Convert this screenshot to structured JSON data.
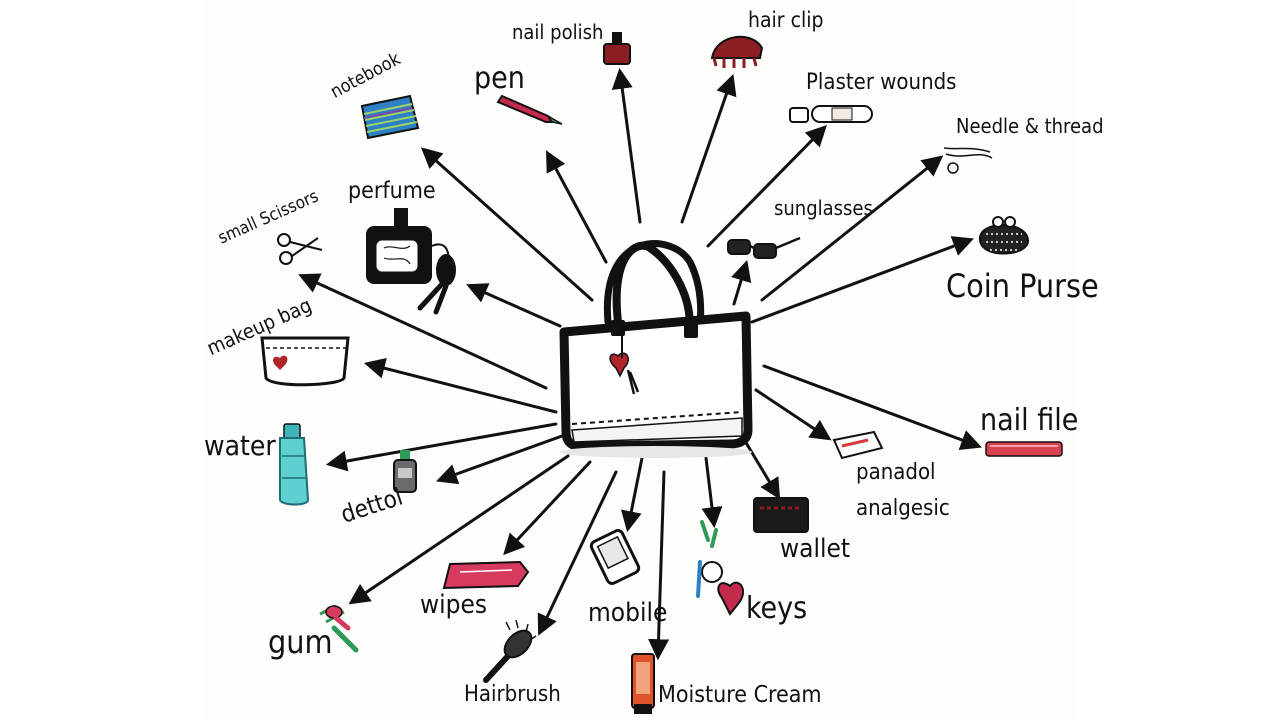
{
  "diagram": {
    "hub": "handbag",
    "colors": {
      "ink": "#111111",
      "red": "#b0242c",
      "pink": "#d63a5c",
      "teal": "#3fb4b8",
      "green": "#2e9a57",
      "orange": "#e0522a"
    },
    "labels": {
      "nail_polish": "nail polish",
      "hair_clip": "hair clip",
      "plaster_wounds": "Plaster wounds",
      "pen": "pen",
      "notebook": "notebook",
      "needle_thread": "Needle & thread",
      "perfume": "perfume",
      "sunglasses": "sunglasses",
      "small_scissors": "small Scissors",
      "coin_purse": "Coin Purse",
      "makeup_bag": "makeup bag",
      "nail_file": "nail file",
      "water": "water",
      "panadol": "panadol",
      "analgesic": "analgesic",
      "dettol": "dettol",
      "wallet": "wallet",
      "wipes": "wipes",
      "keys": "keys",
      "mobile": "mobile",
      "gum": "gum",
      "hairbrush": "Hairbrush",
      "moisture_cream": "Moisture Cream"
    }
  }
}
